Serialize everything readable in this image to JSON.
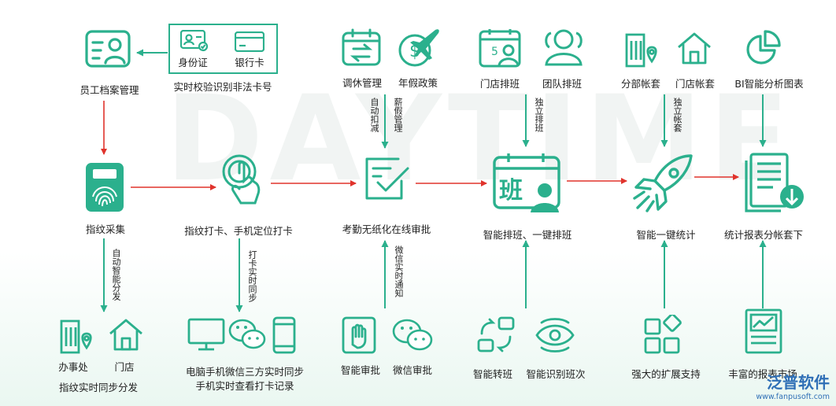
{
  "watermark": "DAYTIME",
  "nodes": {
    "employee_file": "员工档案管理",
    "id_card": "身份证",
    "bank_card": "银行卡",
    "verify": "实时校验识别非法卡号",
    "fingerprint": "指纹采集",
    "punch": "指纹打卡、手机定位打卡",
    "attendance": "考勤无纸化在线审批",
    "schedule": "智能排班、一键排班",
    "stats": "智能一键统计",
    "report": "统计报表分帐套下",
    "leave": "调休管理",
    "annual": "年假政策",
    "store_schedule": "门店排班",
    "team_schedule": "团队排班",
    "branch_books": "分部帐套",
    "store_books": "门店帐套",
    "bi_chart": "BI智能分析图表",
    "office": "办事处",
    "store": "门店",
    "sync_dist": "指纹实时同步分发",
    "devices_1": "电脑手机微信三方实时同步",
    "devices_2": "手机实时查看打卡记录",
    "smart_approve": "智能审批",
    "wechat_approve": "微信审批",
    "smart_switch": "智能转班",
    "smart_recognize": "智能识别班次",
    "extension": "强大的扩展支持",
    "report_market": "丰富的报表市场"
  },
  "edges": {
    "auto_deduct": "自动扣减",
    "leave_manage": "薪假管理",
    "independent_schedule": "独立排班",
    "independent_books": "独立帐套",
    "auto_distribute": "自动智能分发",
    "punch_sync": "打卡实时同步",
    "wechat_notify": "微信实时通知"
  },
  "logo": {
    "name": "泛普软件",
    "url": "www.fanpusoft.com"
  },
  "colors": {
    "teal": "#2bb08d",
    "red": "#e0332c"
  }
}
